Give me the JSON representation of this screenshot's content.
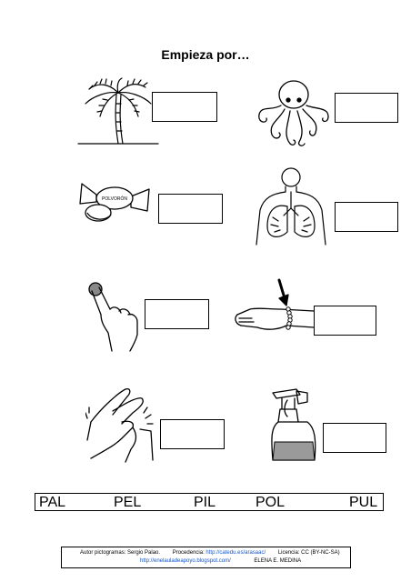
{
  "title": "Empieza por…",
  "syllables": [
    "PAL",
    "PEL",
    "PIL",
    "POL",
    "PUL"
  ],
  "candy_label": "POLVORÓN",
  "footer": {
    "author": "Autor pictogramas: Sergio Palao.",
    "source_label": "Procedencia:",
    "source_url": "http://catedu.es/arasaac/",
    "license": "Licencia: CC (BY-NC-SA)",
    "blog_url": "http://enelauladeapoyo.blogspot.com/",
    "author2": "ELENA E. MEDINA"
  }
}
